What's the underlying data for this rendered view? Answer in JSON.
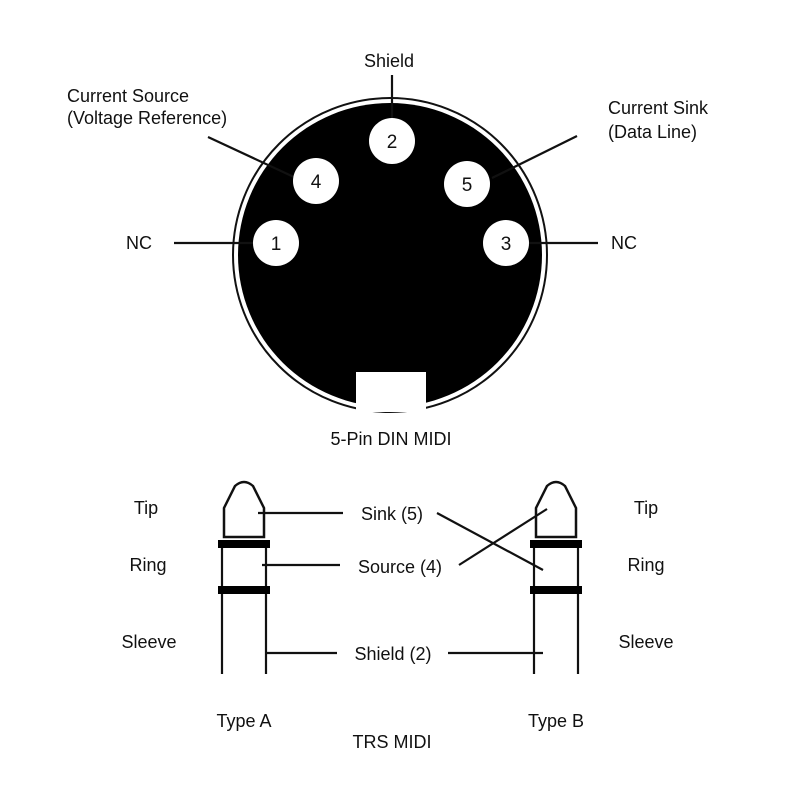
{
  "din": {
    "caption": "5-Pin DIN MIDI",
    "pins": {
      "p1": "1",
      "p2": "2",
      "p3": "3",
      "p4": "4",
      "p5": "5"
    },
    "labels": {
      "shield": "Shield",
      "current_source": "Current Source",
      "voltage_reference": "(Voltage Reference)",
      "current_sink": "Current Sink",
      "data_line": "(Data Line)",
      "nc_left": "NC",
      "nc_right": "NC"
    }
  },
  "trs": {
    "caption": "TRS MIDI",
    "type_a": "Type A",
    "type_b": "Type B",
    "left": {
      "tip": "Tip",
      "ring": "Ring",
      "sleeve": "Sleeve"
    },
    "right": {
      "tip": "Tip",
      "ring": "Ring",
      "sleeve": "Sleeve"
    },
    "signals": {
      "sink": "Sink (5)",
      "source": "Source (4)",
      "shield": "Shield (2)"
    }
  },
  "colors": {
    "ink": "#111111",
    "background": "#ffffff"
  }
}
